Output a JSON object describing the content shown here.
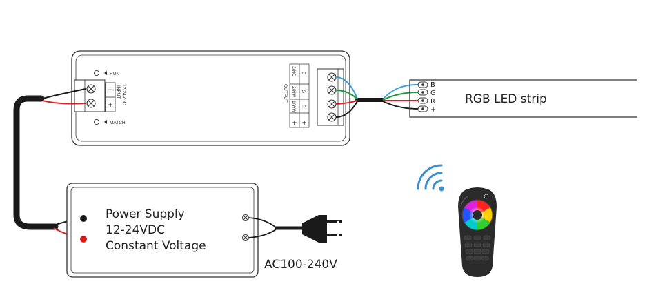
{
  "controller": {
    "run_label": "RUN",
    "match_label": "MATCH",
    "input_label": "INPUT",
    "input_voltage": "12-24VDC",
    "input_minus": "−",
    "input_plus": "+",
    "output_label": "OUTPUT",
    "output_columns": [
      {
        "top": "3/NC",
        "mid": "B"
      },
      {
        "top": "2/NW",
        "mid": "G"
      },
      {
        "top": "1/WW",
        "mid": "R"
      }
    ],
    "output_plus": "+"
  },
  "led_strip": {
    "title": "RGB LED strip",
    "pins": [
      "B",
      "G",
      "R",
      "+"
    ]
  },
  "power_supply": {
    "line1": "Power Supply",
    "line2": "12-24VDC",
    "line3": "Constant Voltage"
  },
  "mains_label": "AC100-240V",
  "colors": {
    "line": "#333333",
    "wire_black": "#1a1a1a",
    "wire_red": "#d81e1e",
    "wire_green": "#1a9a3a",
    "wire_blue": "#3aa0d8",
    "remote_body": "#2b2b2b",
    "wifi": "#3a8fd0"
  }
}
